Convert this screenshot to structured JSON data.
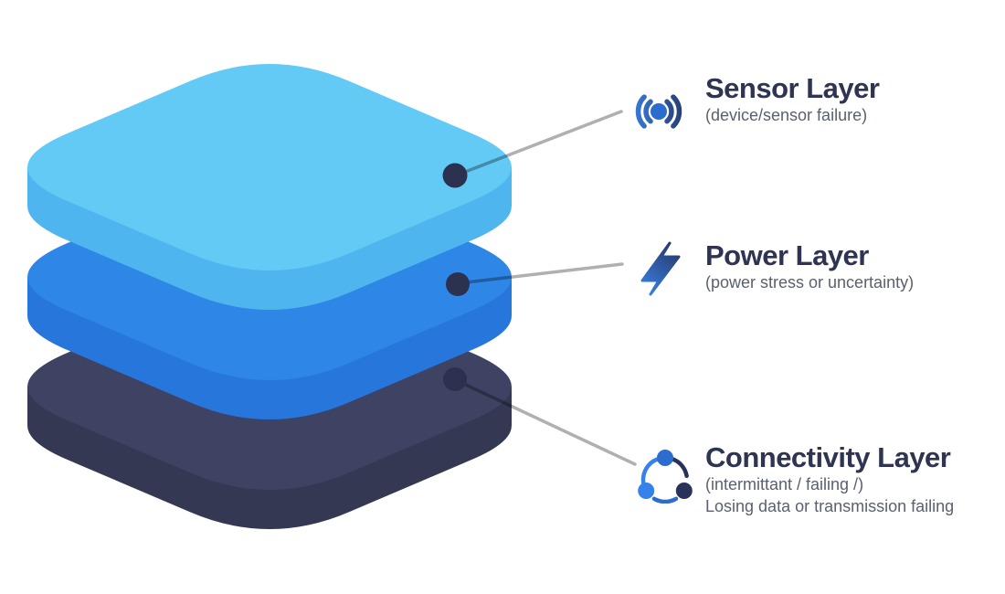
{
  "diagram": {
    "background": "#ffffff",
    "line_color": "#b0b0b0",
    "dot_color": "#2d3150",
    "title_color": "#2e3451",
    "subtitle_color": "#5b6070",
    "layers": [
      {
        "name": "sensor-layer-slab",
        "top_color": "#62caf5",
        "side_color": "#4fb5ef"
      },
      {
        "name": "power-layer-slab",
        "top_color": "#2e86e6",
        "side_color": "#2776dc"
      },
      {
        "name": "connectivity-layer-slab",
        "top_color": "#3e4263",
        "side_color": "#343853"
      }
    ],
    "icon_colors": {
      "bright": "#3583ea",
      "mid": "#2d6ccf",
      "navy": "#29335a",
      "grad_from": "#3a86ec",
      "grad_to": "#253160"
    },
    "labels": [
      {
        "title": "Sensor Layer",
        "subtitle": "(device/sensor failure)",
        "subtitle2": "",
        "icon": "broadcast-signal-icon"
      },
      {
        "title": "Power Layer",
        "subtitle": "(power stress or uncertainty)",
        "subtitle2": "",
        "icon": "lightning-bolt-icon"
      },
      {
        "title": "Connectivity Layer",
        "subtitle": "(intermittant / failing /)",
        "subtitle2": "Losing data or transmission failing",
        "icon": "network-share-icon"
      }
    ]
  }
}
